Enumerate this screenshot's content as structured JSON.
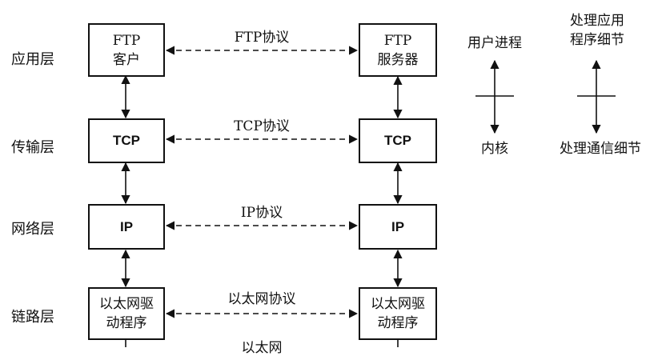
{
  "layers": {
    "application": "应用层",
    "transport": "传输层",
    "network": "网络层",
    "link": "链路层"
  },
  "left_stack": {
    "app_line1": "FTP",
    "app_line2": "客户",
    "tcp": "TCP",
    "ip": "IP",
    "link_line1": "以太网驱",
    "link_line2": "动程序"
  },
  "right_stack": {
    "app_line1": "FTP",
    "app_line2": "服务器",
    "tcp": "TCP",
    "ip": "IP",
    "link_line1": "以太网驱",
    "link_line2": "动程序"
  },
  "protocols": {
    "ftp": "FTP协议",
    "tcp": "TCP协议",
    "ip": "IP协议",
    "ethernet": "以太网协议",
    "bottom_cut": "以太网"
  },
  "legend": {
    "user_process": "用户进程",
    "kernel": "内核",
    "app_details_line1": "处理应用",
    "app_details_line2": "程序细节",
    "comm_details": "处理通信细节"
  }
}
